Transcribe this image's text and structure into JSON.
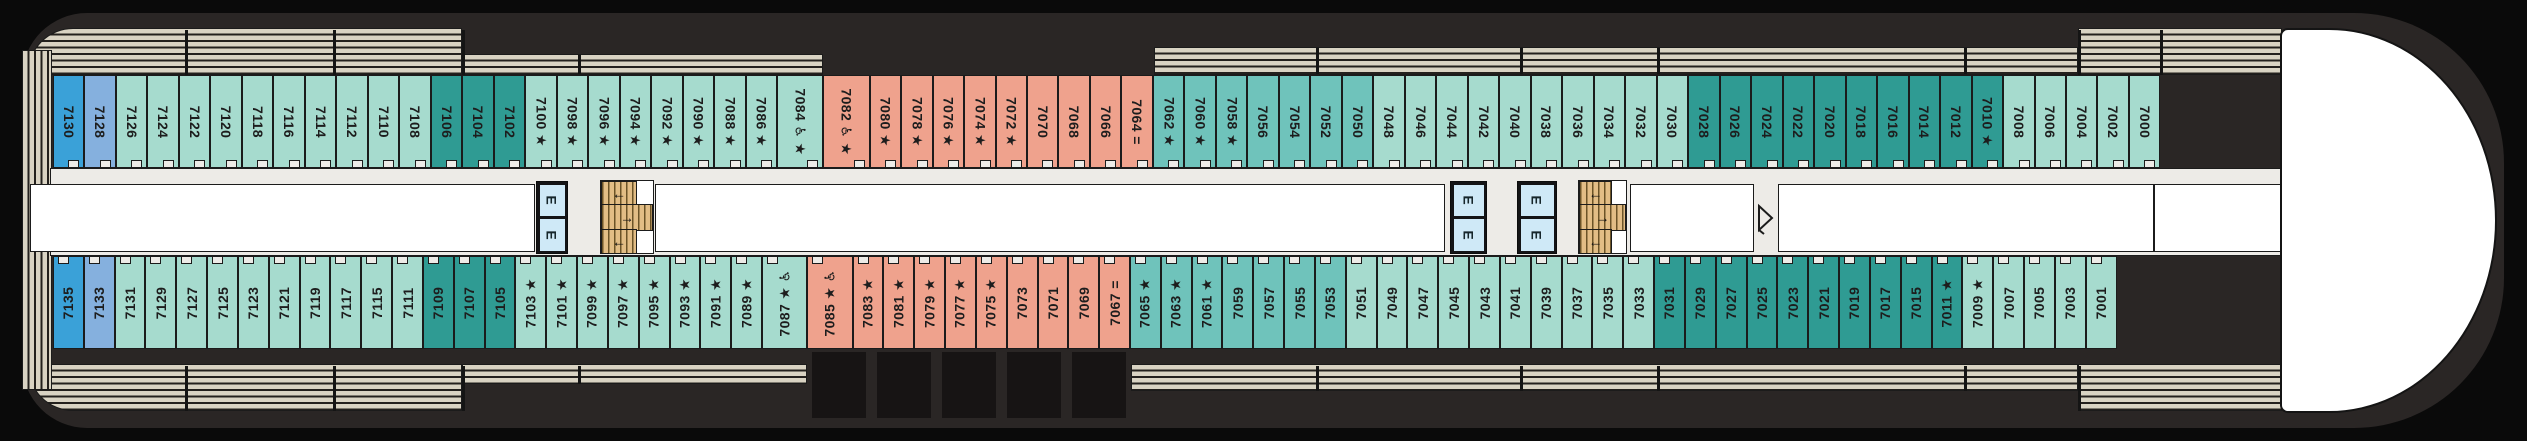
{
  "deck": {
    "labels": {
      "elevator": "E"
    },
    "icons": {
      "stair_arrow_left": "←",
      "stair_arrow_right": "→"
    },
    "symbols": {
      "star": "★",
      "accessible": "♿",
      "connecting": "="
    },
    "colors": {
      "blue_dark": "#3aa1d8",
      "blue": "#85b0de",
      "teal_light": "#a6dbce",
      "teal_medium": "#6fc3bb",
      "teal_dark": "#2f9b93",
      "salmon": "#efa28d"
    },
    "rows": {
      "top": [
        {
          "n": "7130",
          "c": "blue_dark"
        },
        {
          "n": "7128",
          "c": "blue"
        },
        {
          "n": "7126",
          "c": "teal_light"
        },
        {
          "n": "7124",
          "c": "teal_light"
        },
        {
          "n": "7122",
          "c": "teal_light"
        },
        {
          "n": "7120",
          "c": "teal_light"
        },
        {
          "n": "7118",
          "c": "teal_light"
        },
        {
          "n": "7116",
          "c": "teal_light"
        },
        {
          "n": "7114",
          "c": "teal_light"
        },
        {
          "n": "7112",
          "c": "teal_light"
        },
        {
          "n": "7110",
          "c": "teal_light"
        },
        {
          "n": "7108",
          "c": "teal_light"
        },
        {
          "n": "7106",
          "c": "teal_dark"
        },
        {
          "n": "7104",
          "c": "teal_dark"
        },
        {
          "n": "7102",
          "c": "teal_dark"
        },
        {
          "n": "7100",
          "c": "teal_light",
          "s": [
            "star"
          ]
        },
        {
          "n": "7098",
          "c": "teal_light",
          "s": [
            "star"
          ]
        },
        {
          "n": "7096",
          "c": "teal_light",
          "s": [
            "star"
          ]
        },
        {
          "n": "7094",
          "c": "teal_light",
          "s": [
            "star"
          ]
        },
        {
          "n": "7092",
          "c": "teal_light",
          "s": [
            "star"
          ]
        },
        {
          "n": "7090",
          "c": "teal_light",
          "s": [
            "star"
          ]
        },
        {
          "n": "7088",
          "c": "teal_light",
          "s": [
            "star"
          ]
        },
        {
          "n": "7086",
          "c": "teal_light",
          "s": [
            "star"
          ]
        },
        {
          "n": "7084",
          "c": "teal_light",
          "s": [
            "accessible",
            "star"
          ],
          "w": 1.5
        },
        {
          "n": "7082",
          "c": "salmon",
          "s": [
            "accessible",
            "star"
          ],
          "w": 1.5
        },
        {
          "n": "7080",
          "c": "salmon",
          "s": [
            "star"
          ]
        },
        {
          "n": "7078",
          "c": "salmon",
          "s": [
            "star"
          ]
        },
        {
          "n": "7076",
          "c": "salmon",
          "s": [
            "star"
          ]
        },
        {
          "n": "7074",
          "c": "salmon",
          "s": [
            "star"
          ]
        },
        {
          "n": "7072",
          "c": "salmon",
          "s": [
            "star"
          ]
        },
        {
          "n": "7070",
          "c": "salmon"
        },
        {
          "n": "7068",
          "c": "salmon"
        },
        {
          "n": "7066",
          "c": "salmon"
        },
        {
          "n": "7064",
          "c": "salmon",
          "s": [
            "connecting"
          ]
        },
        {
          "n": "7062",
          "c": "teal_medium",
          "s": [
            "star"
          ]
        },
        {
          "n": "7060",
          "c": "teal_medium",
          "s": [
            "star"
          ]
        },
        {
          "n": "7058",
          "c": "teal_medium",
          "s": [
            "star"
          ]
        },
        {
          "n": "7056",
          "c": "teal_medium"
        },
        {
          "n": "7054",
          "c": "teal_medium"
        },
        {
          "n": "7052",
          "c": "teal_medium"
        },
        {
          "n": "7050",
          "c": "teal_medium"
        },
        {
          "n": "7048",
          "c": "teal_light"
        },
        {
          "n": "7046",
          "c": "teal_light"
        },
        {
          "n": "7044",
          "c": "teal_light"
        },
        {
          "n": "7042",
          "c": "teal_light"
        },
        {
          "n": "7040",
          "c": "teal_light"
        },
        {
          "n": "7038",
          "c": "teal_light"
        },
        {
          "n": "7036",
          "c": "teal_light"
        },
        {
          "n": "7034",
          "c": "teal_light"
        },
        {
          "n": "7032",
          "c": "teal_light"
        },
        {
          "n": "7030",
          "c": "teal_light"
        },
        {
          "n": "7028",
          "c": "teal_dark"
        },
        {
          "n": "7026",
          "c": "teal_dark"
        },
        {
          "n": "7024",
          "c": "teal_dark"
        },
        {
          "n": "7022",
          "c": "teal_dark"
        },
        {
          "n": "7020",
          "c": "teal_dark"
        },
        {
          "n": "7018",
          "c": "teal_dark"
        },
        {
          "n": "7016",
          "c": "teal_dark"
        },
        {
          "n": "7014",
          "c": "teal_dark"
        },
        {
          "n": "7012",
          "c": "teal_dark"
        },
        {
          "n": "7010",
          "c": "teal_dark",
          "s": [
            "star"
          ]
        },
        {
          "n": "7008",
          "c": "teal_light"
        },
        {
          "n": "7006",
          "c": "teal_light"
        },
        {
          "n": "7004",
          "c": "teal_light"
        },
        {
          "n": "7002",
          "c": "teal_light"
        },
        {
          "n": "7000",
          "c": "teal_light"
        }
      ],
      "bottom": [
        {
          "n": "7135",
          "c": "blue_dark"
        },
        {
          "n": "7133",
          "c": "blue"
        },
        {
          "n": "7131",
          "c": "teal_light"
        },
        {
          "n": "7129",
          "c": "teal_light"
        },
        {
          "n": "7127",
          "c": "teal_light"
        },
        {
          "n": "7125",
          "c": "teal_light"
        },
        {
          "n": "7123",
          "c": "teal_light"
        },
        {
          "n": "7121",
          "c": "teal_light"
        },
        {
          "n": "7119",
          "c": "teal_light"
        },
        {
          "n": "7117",
          "c": "teal_light"
        },
        {
          "n": "7115",
          "c": "teal_light"
        },
        {
          "n": "7111",
          "c": "teal_light"
        },
        {
          "n": "7109",
          "c": "teal_dark"
        },
        {
          "n": "7107",
          "c": "teal_dark"
        },
        {
          "n": "7105",
          "c": "teal_dark"
        },
        {
          "n": "7103",
          "c": "teal_light",
          "s": [
            "star"
          ]
        },
        {
          "n": "7101",
          "c": "teal_light",
          "s": [
            "star"
          ]
        },
        {
          "n": "7099",
          "c": "teal_light",
          "s": [
            "star"
          ]
        },
        {
          "n": "7097",
          "c": "teal_light",
          "s": [
            "star"
          ]
        },
        {
          "n": "7095",
          "c": "teal_light",
          "s": [
            "star"
          ]
        },
        {
          "n": "7093",
          "c": "teal_light",
          "s": [
            "star"
          ]
        },
        {
          "n": "7091",
          "c": "teal_light",
          "s": [
            "star"
          ]
        },
        {
          "n": "7089",
          "c": "teal_light",
          "s": [
            "star"
          ]
        },
        {
          "n": "7087",
          "c": "teal_light",
          "s": [
            "star",
            "accessible"
          ],
          "w": 1.5
        },
        {
          "n": "7085",
          "c": "salmon",
          "s": [
            "star",
            "accessible"
          ],
          "w": 1.5
        },
        {
          "n": "7083",
          "c": "salmon",
          "s": [
            "star"
          ]
        },
        {
          "n": "7081",
          "c": "salmon",
          "s": [
            "star"
          ]
        },
        {
          "n": "7079",
          "c": "salmon",
          "s": [
            "star"
          ]
        },
        {
          "n": "7077",
          "c": "salmon",
          "s": [
            "star"
          ]
        },
        {
          "n": "7075",
          "c": "salmon",
          "s": [
            "star"
          ]
        },
        {
          "n": "7073",
          "c": "salmon"
        },
        {
          "n": "7071",
          "c": "salmon"
        },
        {
          "n": "7069",
          "c": "salmon"
        },
        {
          "n": "7067",
          "c": "salmon",
          "s": [
            "connecting"
          ]
        },
        {
          "n": "7065",
          "c": "teal_medium",
          "s": [
            "star"
          ]
        },
        {
          "n": "7063",
          "c": "teal_medium",
          "s": [
            "star"
          ]
        },
        {
          "n": "7061",
          "c": "teal_medium",
          "s": [
            "star"
          ]
        },
        {
          "n": "7059",
          "c": "teal_medium"
        },
        {
          "n": "7057",
          "c": "teal_medium"
        },
        {
          "n": "7055",
          "c": "teal_medium"
        },
        {
          "n": "7053",
          "c": "teal_medium"
        },
        {
          "n": "7051",
          "c": "teal_light"
        },
        {
          "n": "7049",
          "c": "teal_light"
        },
        {
          "n": "7047",
          "c": "teal_light"
        },
        {
          "n": "7045",
          "c": "teal_light"
        },
        {
          "n": "7043",
          "c": "teal_light"
        },
        {
          "n": "7041",
          "c": "teal_light"
        },
        {
          "n": "7039",
          "c": "teal_light"
        },
        {
          "n": "7037",
          "c": "teal_light"
        },
        {
          "n": "7035",
          "c": "teal_light"
        },
        {
          "n": "7033",
          "c": "teal_light"
        },
        {
          "n": "7031",
          "c": "teal_dark"
        },
        {
          "n": "7029",
          "c": "teal_dark"
        },
        {
          "n": "7027",
          "c": "teal_dark"
        },
        {
          "n": "7025",
          "c": "teal_dark"
        },
        {
          "n": "7023",
          "c": "teal_dark"
        },
        {
          "n": "7021",
          "c": "teal_dark"
        },
        {
          "n": "7019",
          "c": "teal_dark"
        },
        {
          "n": "7017",
          "c": "teal_dark"
        },
        {
          "n": "7015",
          "c": "teal_dark"
        },
        {
          "n": "7011",
          "c": "teal_dark",
          "s": [
            "star"
          ]
        },
        {
          "n": "7009",
          "c": "teal_light",
          "s": [
            "star"
          ]
        },
        {
          "n": "7007",
          "c": "teal_light"
        },
        {
          "n": "7005",
          "c": "teal_light"
        },
        {
          "n": "7003",
          "c": "teal_light"
        },
        {
          "n": "7001",
          "c": "teal_light"
        }
      ]
    }
  }
}
